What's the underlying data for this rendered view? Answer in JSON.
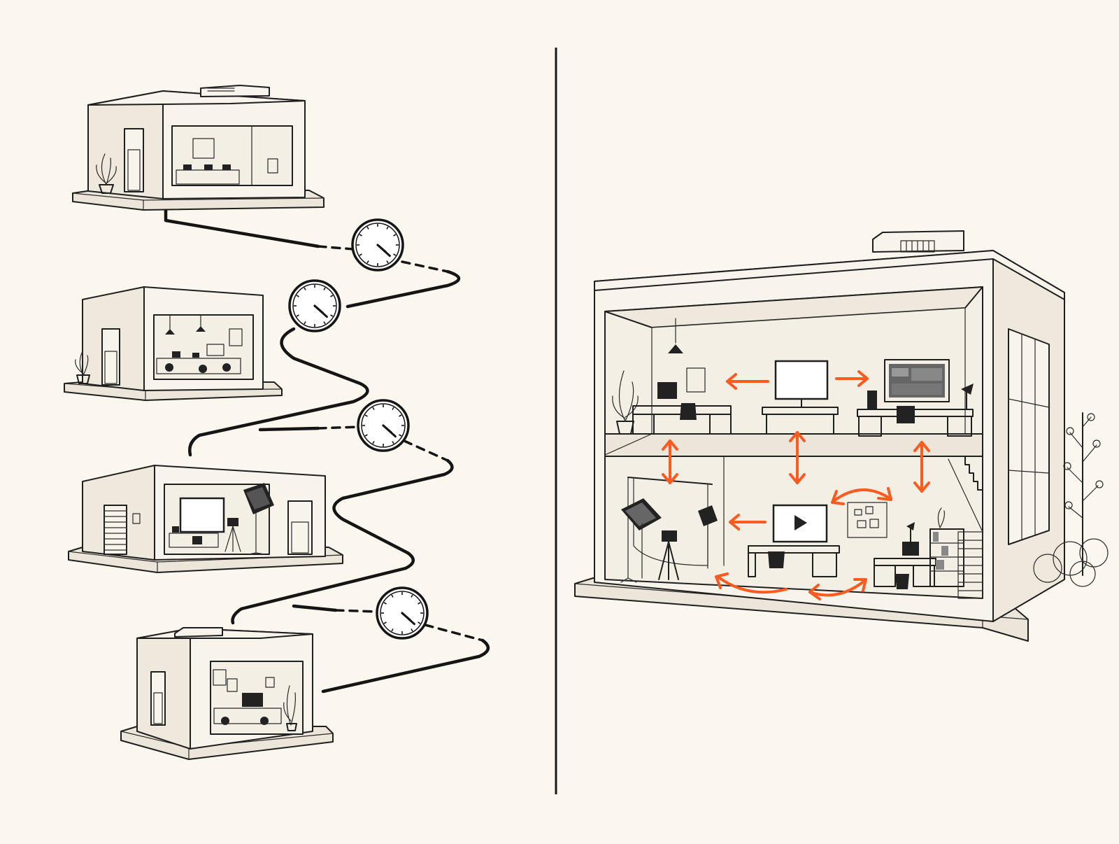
{
  "colors": {
    "background": "#fbf7ef",
    "ink": "#1f1f1f",
    "accent_arrows": "#ff5a1f"
  },
  "left_panel": {
    "buildings": [
      {
        "name": "small-office-building",
        "contents": [
          "desks",
          "plant",
          "door"
        ]
      },
      {
        "name": "office-with-pendant-lights",
        "contents": [
          "desks",
          "chairs",
          "pendant-lights",
          "plant"
        ]
      },
      {
        "name": "garage-studio",
        "contents": [
          "roll-up-door",
          "camera-tripod",
          "softbox-light",
          "projection-screen"
        ]
      },
      {
        "name": "small-office-with-rooftop-unit",
        "contents": [
          "desks",
          "monitors",
          "plant"
        ]
      }
    ],
    "clocks": [
      {
        "name": "clock-1",
        "hour": 4,
        "minute": 22
      },
      {
        "name": "clock-2",
        "hour": 4,
        "minute": 22
      },
      {
        "name": "clock-3",
        "hour": 4,
        "minute": 22
      },
      {
        "name": "clock-4",
        "hour": 4,
        "minute": 22
      }
    ]
  },
  "right_panel": {
    "building": "two-level-combined-studio",
    "upper_floor": [
      "plant",
      "desk-with-monitor",
      "central-monitor",
      "editing-workstation",
      "desk-lamp"
    ],
    "lower_floor": [
      "photo-backdrop",
      "softbox-lights",
      "camera-tripod",
      "video-playback-monitor",
      "pinboard",
      "bookshelf",
      "staircase"
    ],
    "flow_arrows": 9
  }
}
